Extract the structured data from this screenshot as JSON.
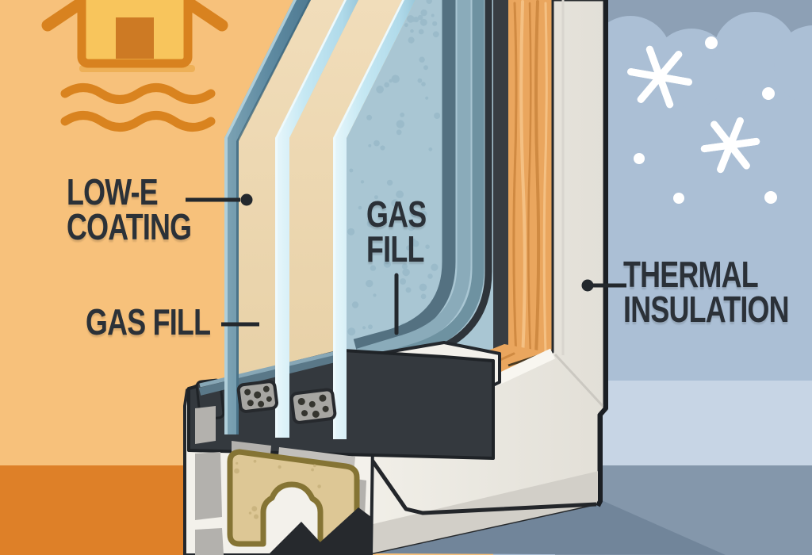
{
  "labels": {
    "low_e_coating": {
      "line1": "LOW-E",
      "line2": "COATING"
    },
    "gas_fill_left": {
      "text": "GAS FILL"
    },
    "gas_fill_center": {
      "line1": "GAS",
      "line2": "FILL"
    },
    "thermal_insulation": {
      "line1": "THERMAL",
      "line2": "INSULATION"
    }
  },
  "icons": {
    "house": "house-icon",
    "heat_waves": "heat-waves-icon",
    "snowflakes": "snowflake-icon",
    "snow_dots": "snow-dots",
    "clouds": "cloud-band"
  },
  "colors": {
    "warm_wall": "#f7c17b",
    "warm_floor": "#de8028",
    "warm_accent": "#d8821f",
    "cold_wall": "#abbfd5",
    "cold_cloud": "#8da0b5",
    "cold_light_band": "#c7d5e5",
    "cold_floor": "#8497ab",
    "label_text": "#2b3138",
    "glass_pale": "#cfecf5",
    "glass_teal": "#5f8ba2",
    "between_pane_warm": "#eed9b3",
    "gasket_charcoal": "#34393e",
    "spacer_gray": "#a7a6a2",
    "frame_white": "#f3f1eb",
    "foam_tan": "#ddc795",
    "wood": "#eaa65e"
  }
}
